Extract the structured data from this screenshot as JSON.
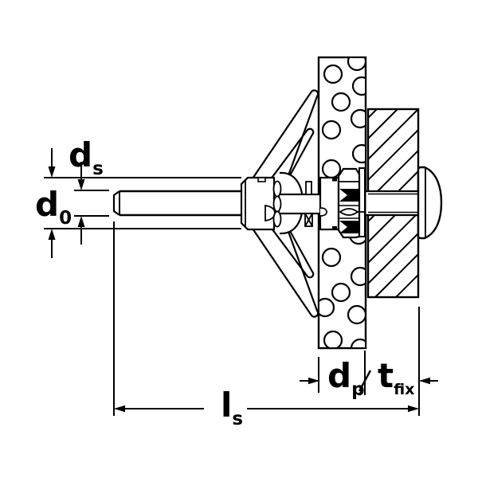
{
  "page": {
    "background_color": "#ffffff",
    "description": "Technical cross-section installation drawing of a hollow-wall cavity anchor with screw, plasterboard panel and attached fixture"
  },
  "drawing": {
    "line_color": "#000000",
    "fill_color": "#ffffff",
    "labels": {
      "ds": {
        "base": "d",
        "sub": "s"
      },
      "d0": {
        "base": "d",
        "sub": "0"
      },
      "dp": {
        "base": "d",
        "sub": "p"
      },
      "tfix": {
        "base": "t",
        "sub": "fix"
      },
      "ls": {
        "base": "l",
        "sub": "s"
      }
    }
  }
}
